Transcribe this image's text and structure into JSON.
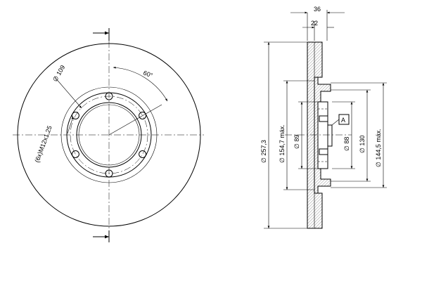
{
  "front_view": {
    "pcd_label": "∅ 109",
    "angle_label": "60°",
    "thread_label": "(6x)M12x1,25"
  },
  "side_view": {
    "dims": {
      "total_width": "36",
      "inner_width": "22",
      "outer_diameter": "∅ 257,3",
      "diameter_154": "∅ 154,7 máx.",
      "diameter_89": "∅ 89",
      "diameter_88": "∅ 88",
      "diameter_130": "∅ 130",
      "diameter_144": "∅ 144,5 máx."
    },
    "datum_label": "A"
  }
}
